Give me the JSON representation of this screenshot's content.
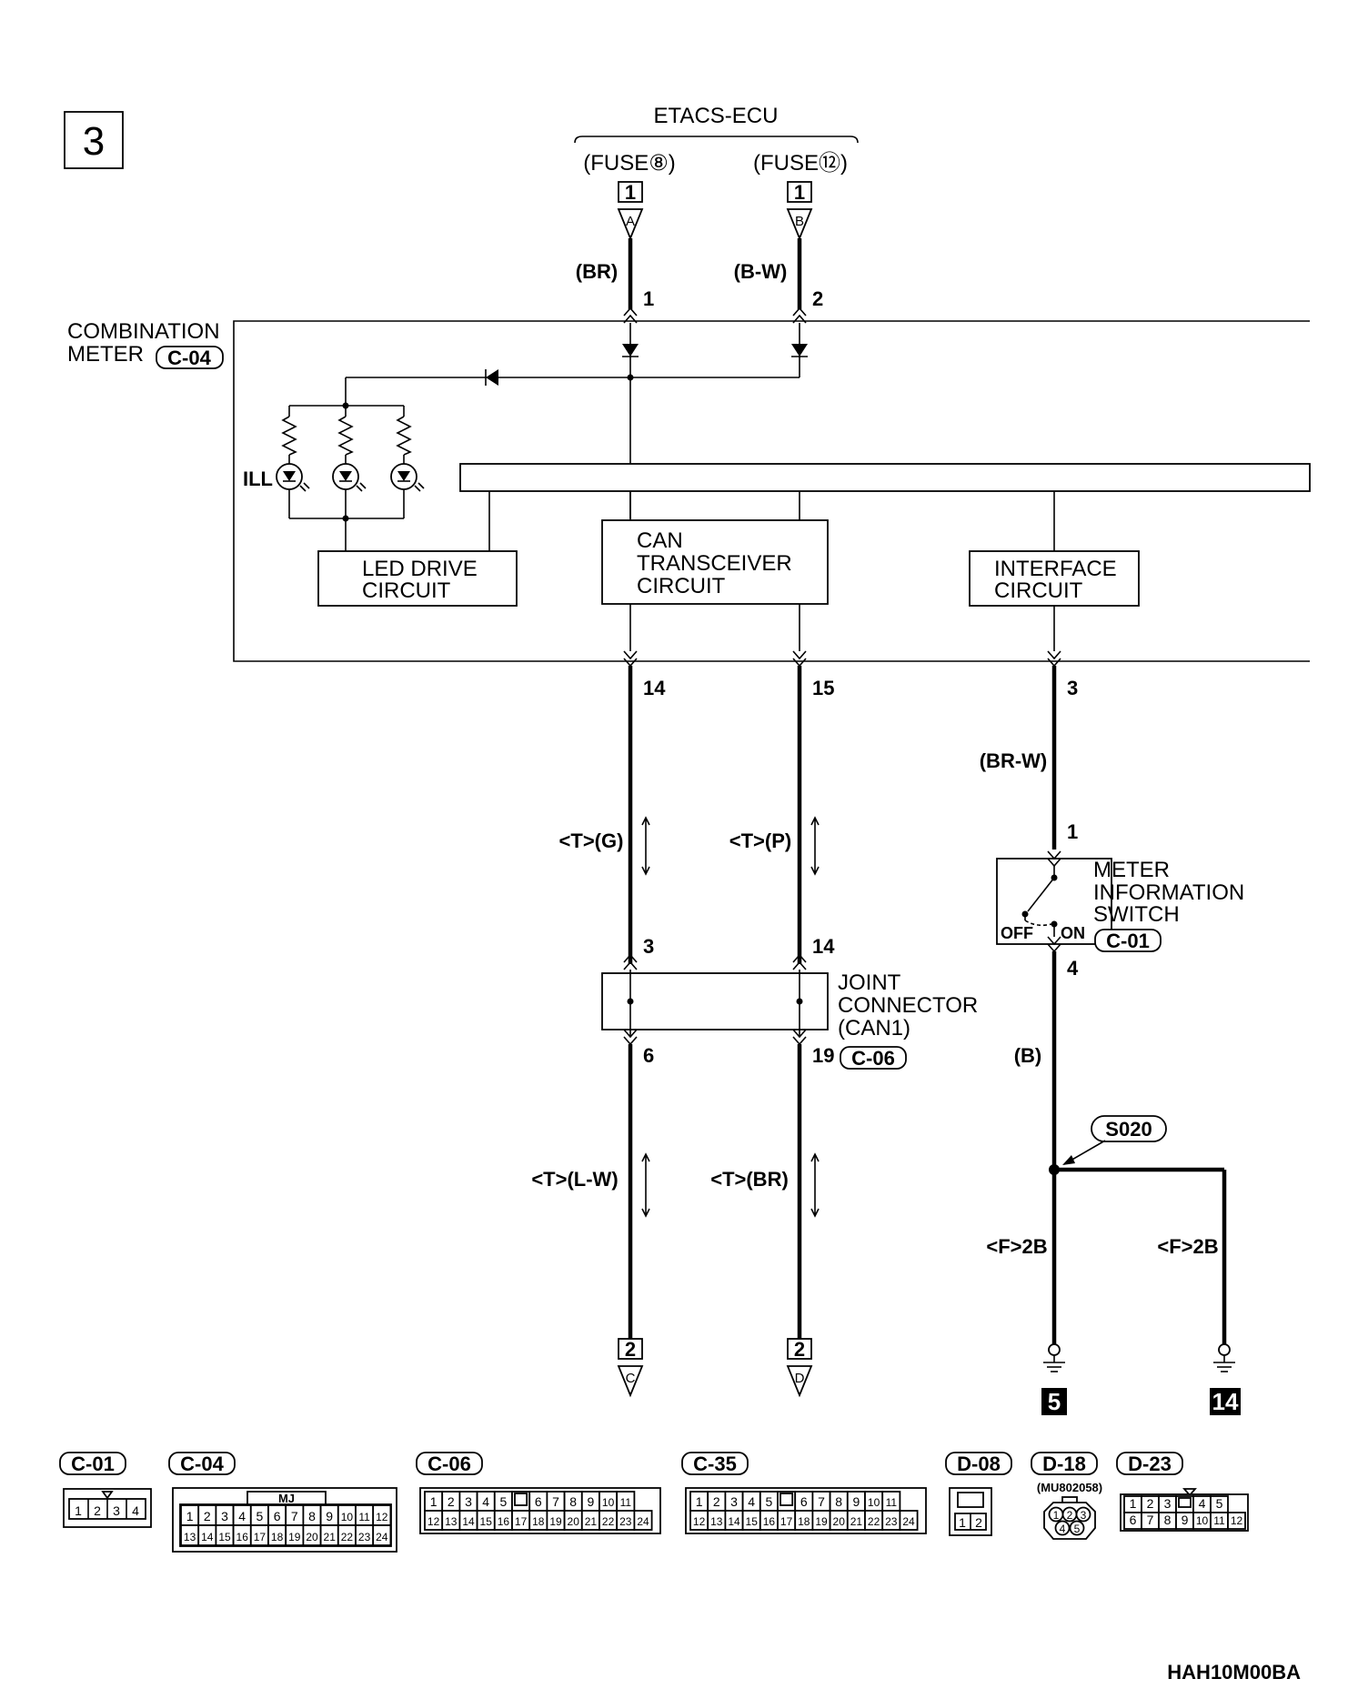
{
  "page_number": "3",
  "ecu": {
    "name": "ETACS-ECU",
    "fuse_a": "(FUSE⑧)",
    "fuse_b": "(FUSE⑫)"
  },
  "top_connectors": [
    {
      "box": "1",
      "letter": "A",
      "wire": "(BR)",
      "pin": "1"
    },
    {
      "box": "1",
      "letter": "B",
      "wire": "(B-W)",
      "pin": "2"
    }
  ],
  "meter": {
    "line1": "COMBINATION",
    "line2": "METER",
    "connector": "C-04"
  },
  "ill_label": "ILL",
  "blocks": {
    "led": [
      "LED DRIVE",
      "CIRCUIT"
    ],
    "can": [
      "CAN",
      "TRANSCEIVER",
      "CIRCUIT"
    ],
    "iface": [
      "INTERFACE",
      "CIRCUIT"
    ]
  },
  "meter_pins": {
    "p14": "14",
    "p15": "15",
    "p3": "3"
  },
  "wires": {
    "g": "<T>(G)",
    "p": "<T>(P)",
    "brw": "(BR-W)",
    "lw": "<T>(L-W)",
    "br": "<T>(BR)",
    "b": "(B)",
    "f2b_left": "<F>2B",
    "f2b_right": "<F>2B"
  },
  "switch": {
    "line1": "METER",
    "line2": "INFORMATION",
    "line3": "SWITCH",
    "off": "OFF",
    "on": "ON",
    "connector": "C-01",
    "pin_in": "1",
    "pin_out": "4"
  },
  "joint": {
    "line1": "JOINT",
    "line2": "CONNECTOR",
    "line3": "(CAN1)",
    "connector": "C-06",
    "pin_in_left": "3",
    "pin_in_right": "14",
    "pin_out_left": "6",
    "pin_out_right": "19"
  },
  "splice": "S020",
  "bottom_connectors": [
    {
      "box": "2",
      "letter": "C"
    },
    {
      "box": "2",
      "letter": "D"
    }
  ],
  "grounds": [
    "5",
    "14"
  ],
  "connector_views": {
    "c01": {
      "title": "C-01",
      "pins": [
        "1",
        "2",
        "3",
        "4"
      ]
    },
    "c04": {
      "title": "C-04",
      "key": "MJ",
      "row1": [
        "1",
        "2",
        "3",
        "4",
        "5",
        "6",
        "7",
        "8",
        "9",
        "10",
        "11",
        "12"
      ],
      "row2": [
        "13",
        "14",
        "15",
        "16",
        "17",
        "18",
        "19",
        "20",
        "21",
        "22",
        "23",
        "24"
      ]
    },
    "c06": {
      "title": "C-06",
      "row1": [
        "1",
        "2",
        "3",
        "4",
        "5",
        "",
        "6",
        "7",
        "8",
        "9",
        "10",
        "11"
      ],
      "row2": [
        "12",
        "13",
        "14",
        "15",
        "16",
        "17",
        "18",
        "19",
        "20",
        "21",
        "22",
        "23",
        "24"
      ]
    },
    "c35": {
      "title": "C-35",
      "row1": [
        "1",
        "2",
        "3",
        "4",
        "5",
        "",
        "6",
        "7",
        "8",
        "9",
        "10",
        "11"
      ],
      "row2": [
        "12",
        "13",
        "14",
        "15",
        "16",
        "17",
        "18",
        "19",
        "20",
        "21",
        "22",
        "23",
        "24"
      ]
    },
    "d08": {
      "title": "D-08",
      "pins": [
        "1",
        "2"
      ]
    },
    "d18": {
      "title": "D-18",
      "sub": "(MU802058)",
      "pins": [
        "1",
        "2",
        "3",
        "4",
        "5"
      ]
    },
    "d23": {
      "title": "D-23",
      "row1": [
        "1",
        "2",
        "3",
        "",
        "4",
        "5"
      ],
      "row2": [
        "6",
        "7",
        "8",
        "9",
        "10",
        "11",
        "12"
      ]
    }
  },
  "doc_code": "HAH10M00BA"
}
